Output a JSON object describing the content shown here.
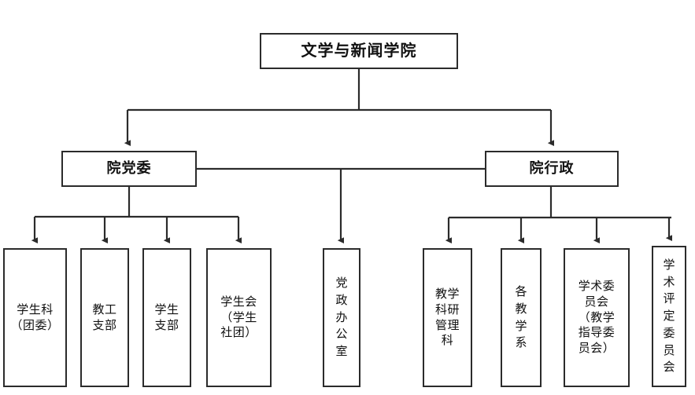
{
  "diagram": {
    "title_text": "文学与新闻学院",
    "type": "organization-chart",
    "colors": {
      "background": "#ffffff",
      "box_border": "#2b2b2b",
      "connector": "#2b2b2b",
      "text": "#111111"
    },
    "root": {
      "label": "文学与新闻学院"
    },
    "level2": [
      {
        "label": "院党委"
      },
      {
        "label": "院行政"
      }
    ],
    "party_children": [
      {
        "label": "学生科\n（团委）"
      },
      {
        "label": "教工\n支部"
      },
      {
        "label": "学生\n支部"
      },
      {
        "label": "学生会\n（学生\n社团）"
      }
    ],
    "shared_child": {
      "label": "党\n政\n办\n公\n室"
    },
    "admin_children": [
      {
        "label": "教学\n科研\n管理\n科"
      },
      {
        "label": "各\n教\n学\n系"
      },
      {
        "label": "学术委\n员会\n（教学\n指导委\n员会）"
      },
      {
        "label": "学\n术\n评\n定\n委\n员\n会"
      }
    ]
  }
}
